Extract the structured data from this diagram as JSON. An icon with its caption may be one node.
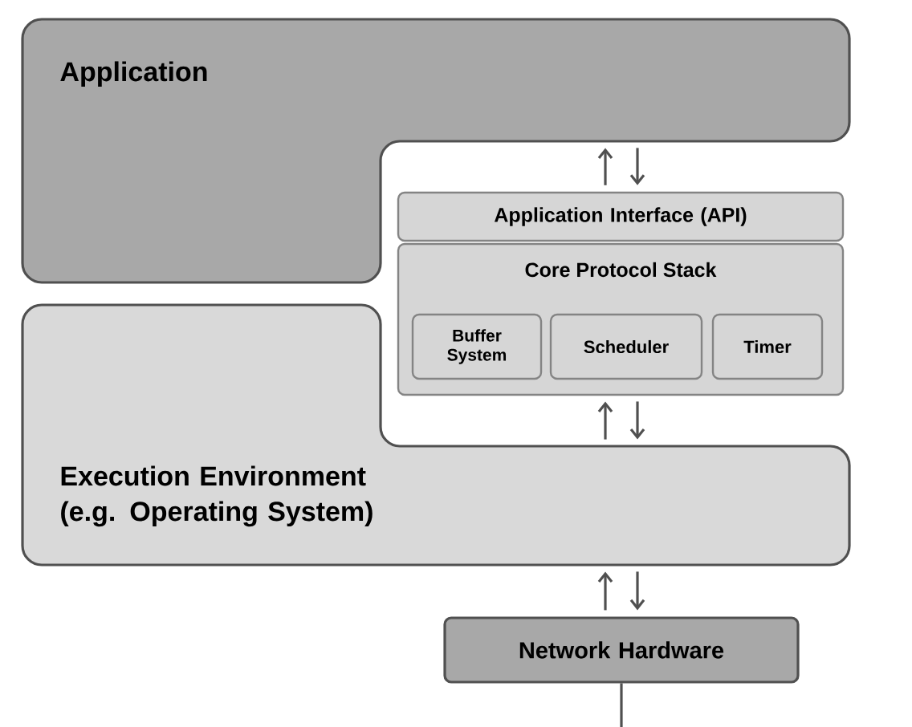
{
  "diagram": {
    "nodes": [
      {
        "text": [
          "Application"
        ]
      },
      {
        "text": [
          "Execution Environment (e.g. Operating System)"
        ]
      },
      {
        "text": [
          "Application Interface (API)"
        ]
      },
      {
        "text": [
          "Core Protocol Stack"
        ]
      },
      {
        "text": [
          "Buffer System"
        ],
        "in": 3
      },
      {
        "text": [
          "Scheduler"
        ],
        "in": 3
      },
      {
        "text": [
          "Timer"
        ],
        "in": 3
      },
      {
        "text": [
          "Network Hardware"
        ]
      }
    ],
    "edges": [
      {
        "from": 2,
        "to": 0,
        "arrow": "to"
      },
      {
        "from": 0,
        "to": 2,
        "arrow": "to"
      },
      {
        "from": 1,
        "to": 3,
        "arrow": "to"
      },
      {
        "from": 3,
        "to": 1,
        "arrow": "to"
      },
      {
        "from": 7,
        "to": 1,
        "arrow": "to"
      },
      {
        "from": 1,
        "to": 7,
        "arrow": "to"
      },
      {
        "from": 7,
        "to": null,
        "arrow": "none"
      }
    ]
  }
}
